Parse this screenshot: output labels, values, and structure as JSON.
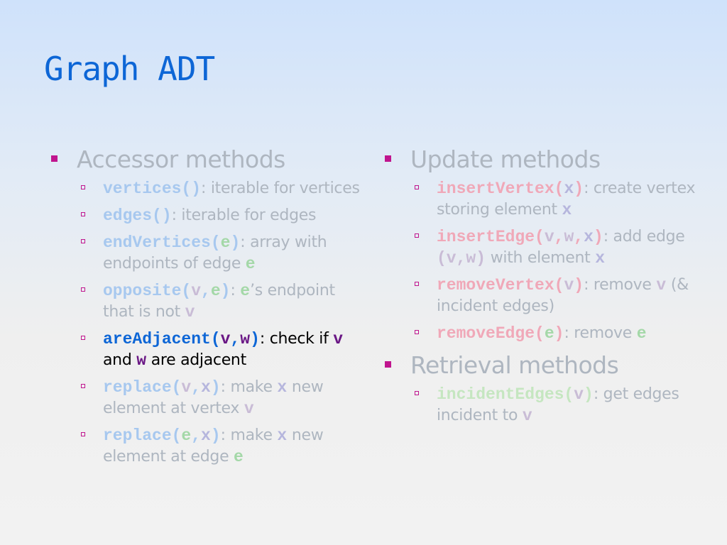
{
  "title": "Graph ADT",
  "left": {
    "heading": "Accessor methods",
    "items": [
      {
        "code": "vertices()",
        "desc": ": iterable for vertices"
      },
      {
        "code": "edges()",
        "desc": ": iterable for edges"
      },
      {
        "code_name": "endVertices(",
        "code_arg": "e",
        "code_close": ")",
        "desc": ": array with endpoints of edge ",
        "desc_code": "e"
      },
      {
        "code_name": "opposite(",
        "code_arg1": "v",
        "code_sep": ",",
        "code_arg2": "e",
        "code_close": ")",
        "sep": ": ",
        "e_code": "e",
        "desc_a": "’s endpoint that is not ",
        "v_code": "v"
      },
      {
        "code_name": "areAdjacent(",
        "code_arg1": "v",
        "code_sep": ",",
        "code_arg2": "w",
        "code_close": ")",
        "desc_a": ": check if ",
        "v_code": "v",
        "desc_b": " and ",
        "w_code": "w",
        "desc_c": " are adjacent"
      },
      {
        "code_name": "replace(",
        "code_arg1": "v",
        "code_sep": ",",
        "code_arg2": "x",
        "code_close": ")",
        "desc_a": ": make ",
        "x_code": "x",
        "desc_b": " new element at vertex ",
        "v_code": "v"
      },
      {
        "code_name": "replace(",
        "code_arg1": "e",
        "code_sep": ",",
        "code_arg2": "x",
        "code_close": ")",
        "desc_a": ": make ",
        "x_code": "x",
        "desc_b": " new element at edge ",
        "e_code": "e"
      }
    ]
  },
  "right": {
    "update_heading": "Update methods",
    "update_items": [
      {
        "code_name": "insertVertex(",
        "code_arg": "x",
        "code_close": ")",
        "desc": ": create vertex storing element ",
        "x_code": "x"
      },
      {
        "code_name": "insertEdge(",
        "code_arg1": "v",
        "code_sep1": ",",
        "code_arg2": "w",
        "code_sep2": ",",
        "code_arg3": "x",
        "code_close": ")",
        "desc_a": ": add edge ",
        "pair": "(v,w)",
        "desc_b": " with element ",
        "x_code": "x"
      },
      {
        "code_name": "removeVertex(",
        "code_arg": "v",
        "code_close": ")",
        "desc_a": ": remove ",
        "v_code": "v",
        "desc_b": " (& incident edges)"
      },
      {
        "code_name": "removeEdge(",
        "code_arg": "e",
        "code_close": ")",
        "desc_a": ": remove ",
        "e_code": "e"
      }
    ],
    "retrieval_heading": "Retrieval methods",
    "retrieval_items": [
      {
        "code_name": "incidentEdges(",
        "code_arg": "v",
        "code_close": ")",
        "desc": ": get edges incident to ",
        "v_code": "v"
      }
    ]
  }
}
